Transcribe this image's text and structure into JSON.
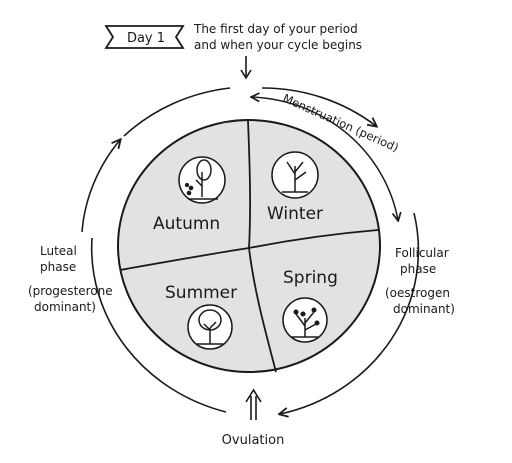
{
  "day_tag": "Day 1",
  "day_note_line1": "The first day of your period",
  "day_note_line2": "and when your cycle begins",
  "menstruation": "Menstruation (period)",
  "luteal_line1": "Luteal",
  "luteal_line2": "phase",
  "luteal_line3": "(progesterone",
  "luteal_line4": "dominant)",
  "follicular_line1": "Follicular",
  "follicular_line2": "phase",
  "follicular_line3": "(oestrogen",
  "follicular_line4": "dominant)",
  "ovulation": "Ovulation",
  "seasons": {
    "autumn": "Autumn",
    "winter": "Winter",
    "summer": "Summer",
    "spring": "Spring"
  },
  "colors": {
    "ink": "#1a1a1a",
    "fill": "#e2e2e2",
    "paper": "#ffffff"
  },
  "icons": [
    "autumn-tree-icon",
    "winter-tree-icon",
    "summer-tree-icon",
    "spring-tree-icon"
  ]
}
